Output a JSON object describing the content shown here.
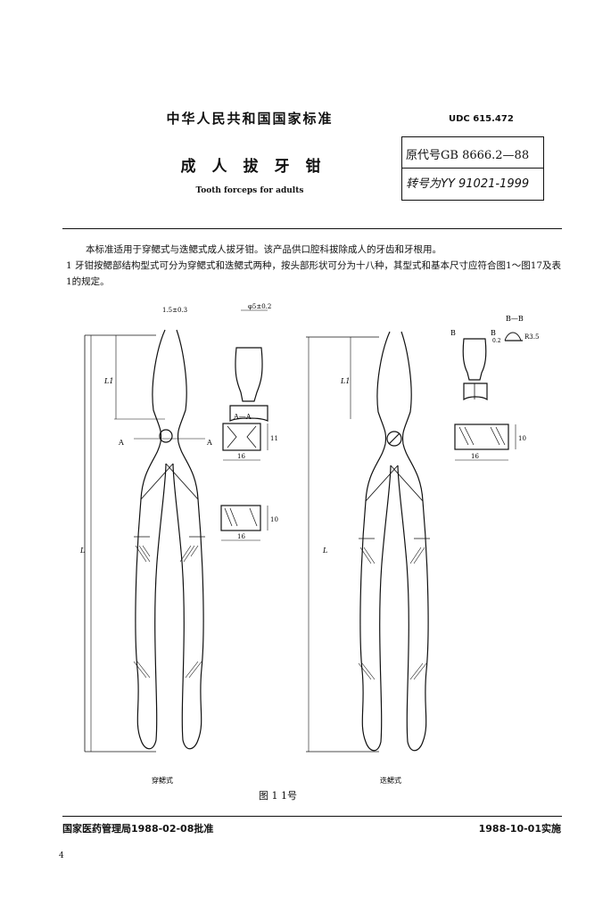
{
  "header": {
    "standard_title": "中华人民共和国国家标准",
    "document_title": "成人拔牙钳",
    "english_title": "Tooth forceps for adults",
    "udc": "UDC 615.472",
    "original_code": "原代号GB 8666.2—88",
    "converted_code": "转号为YY 91021-1999"
  },
  "body": {
    "paragraph_1": "本标准适用于穿鳃式与迭鳃式成人拔牙钳。该产品供口腔科拔除成人的牙齿和牙根用。",
    "paragraph_2": "1 牙钳按鳃部结构型式可分为穿鳃式和迭鳃式两种，按头部形状可分为十八种，其型式和基本尺寸应符合图1～图17及表1的规定。"
  },
  "figure": {
    "caption": "图 1 1号",
    "left_label": "穿鳃式",
    "right_label": "迭鳃式",
    "dim_tip_width": "1.5±0.3",
    "dim_tip_dia": "φ5±0.2",
    "section_aa": "A—A",
    "section_bb": "B—B",
    "mark_a": "A",
    "mark_b": "B",
    "dim_16": "16",
    "dim_11": "11",
    "dim_10": "10",
    "dim_l1": "L1",
    "dim_l": "L",
    "dim_r35": "R3.5",
    "dim_02": "0.2"
  },
  "footer": {
    "approval": "国家医药管理局1988-02-08批准",
    "effective": "1988-10-01实施",
    "page_number": "4"
  }
}
